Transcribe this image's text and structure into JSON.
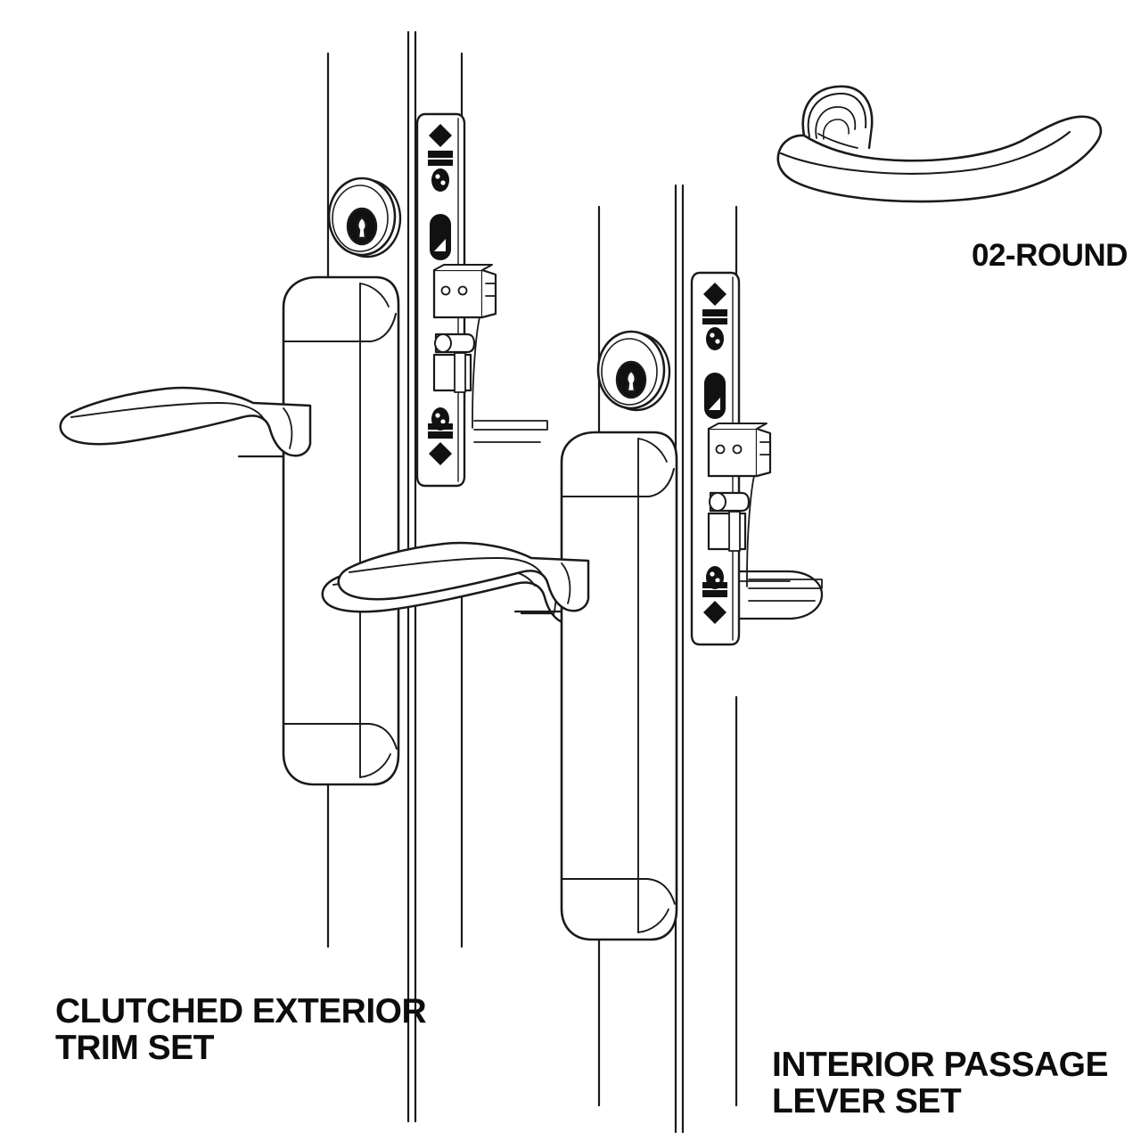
{
  "figure": {
    "type": "technical-line-drawing",
    "subject": "mortise lock door hardware trim sets",
    "background_color": "#ffffff",
    "line_color": "#1a1a1a"
  },
  "captions": {
    "clutched_exterior": "CLUTCHED EXTERIOR\nTRIM SET",
    "interior_passage": "INTERIOR PASSAGE\nLEVER SET",
    "lever_style": "02-ROUND"
  },
  "assemblies": [
    {
      "id": "clutched-exterior-trim-set",
      "label": "CLUTCHED EXTERIOR TRIM SET",
      "components": [
        "key-cylinder",
        "escutcheon-plate",
        "upper-lever-handle",
        "lower-lever-handle",
        "mortise-lock-faceplate",
        "deadbolt",
        "latch-bolt",
        "door-edge-lines"
      ]
    },
    {
      "id": "interior-passage-lever-set",
      "label": "INTERIOR PASSAGE LEVER SET",
      "components": [
        "key-cylinder",
        "escutcheon-plate",
        "lever-handle",
        "mortise-lock-faceplate",
        "deadbolt",
        "latch-bolt",
        "door-edge-lines"
      ]
    },
    {
      "id": "lever-style-detail",
      "label": "02-ROUND",
      "components": [
        "round-lever-handle",
        "lever-rose"
      ]
    }
  ],
  "faceplate_markings": {
    "top": "diamond-arrow-with-bar",
    "upper_screw": "screw-hole",
    "deadbolt_slot": "oval-bolt-opening",
    "lower_screw": "screw-hole",
    "bottom": "diamond-arrow-with-bar"
  }
}
